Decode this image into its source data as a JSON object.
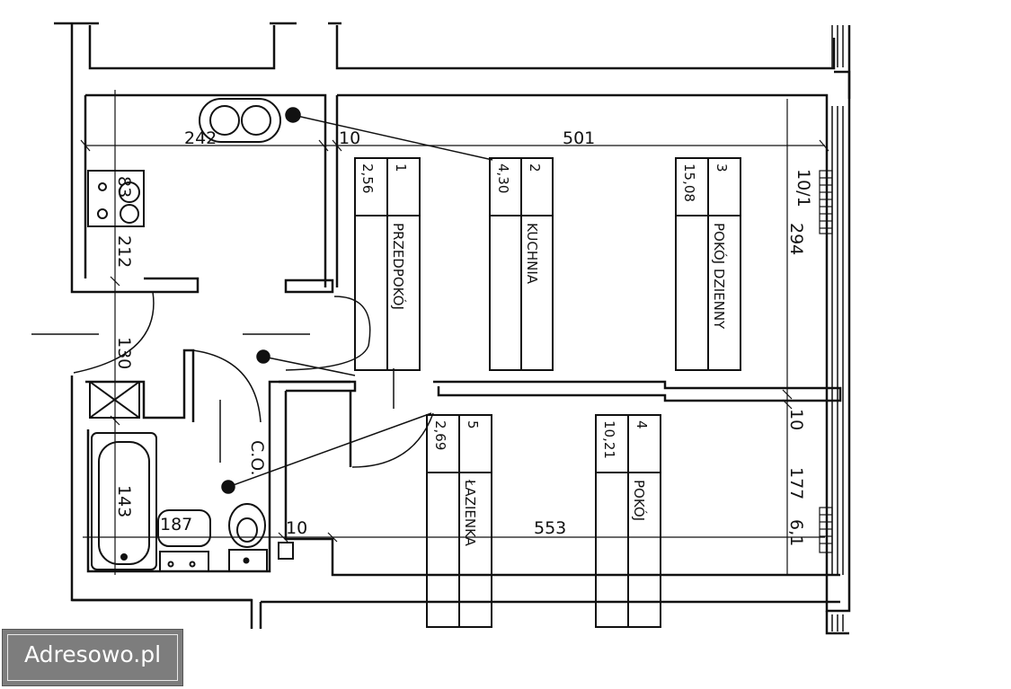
{
  "rooms": [
    {
      "no": "1",
      "area": "2,56",
      "name": "PRZEDPOKÓJ"
    },
    {
      "no": "2",
      "area": "4,30",
      "name": "KUCHNIA"
    },
    {
      "no": "3",
      "area": "15,08",
      "name": "POKÓJ DZIENNY"
    },
    {
      "no": "5",
      "area": "2,69",
      "name": "ŁAZIENKA"
    },
    {
      "no": "4",
      "area": "10,21",
      "name": "POKÓJ"
    }
  ],
  "dimensions": {
    "d242": "242",
    "d10a": "10",
    "d501": "501",
    "d294": "294",
    "d10_1": "10/1",
    "d10b": "10",
    "d177": "177",
    "d6_1": "6,1",
    "d553": "553",
    "d10c": "10",
    "d130": "130",
    "d212": "212",
    "d143": "143",
    "d187": "187",
    "d83": "83",
    "co": "C.O."
  },
  "watermark": "Adresowo.pl"
}
